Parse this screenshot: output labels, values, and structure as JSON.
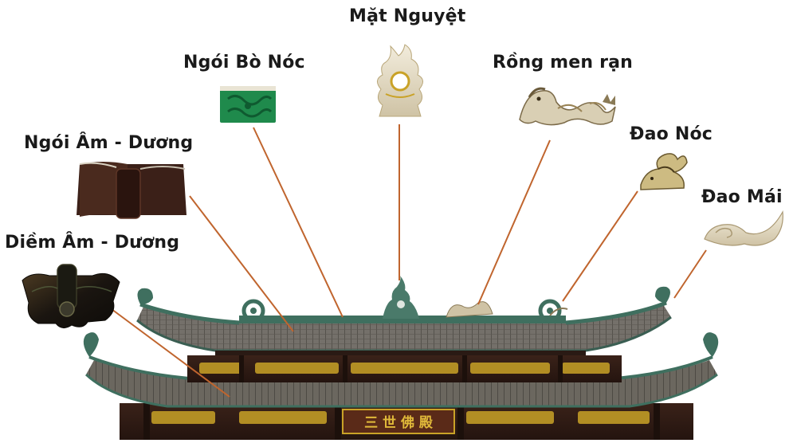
{
  "labels": {
    "mat_nguyet": "Mặt Nguyệt",
    "ngoi_bo_noc": "Ngói Bò Nóc",
    "rong_men_ran": "Rồng men rạn",
    "ngoi_am_duong": "Ngói Âm - Dương",
    "dao_noc": "Đao Nóc",
    "dao_mai": "Đao Mái",
    "diem_am_duong": "Diềm Âm - Dương"
  },
  "signboard": {
    "text": "三 世 佛 殿"
  },
  "colors": {
    "leader_line": "#c0652e",
    "roof_tile": "#6e6a63",
    "roof_dark": "#3a2a22",
    "ridge_green": "#3f6f5f",
    "gold": "#c9a227",
    "eave_wood": "#4a2e22",
    "glaze_green": "#1f8a4c",
    "crackle_glaze": "#e8dfc7"
  }
}
